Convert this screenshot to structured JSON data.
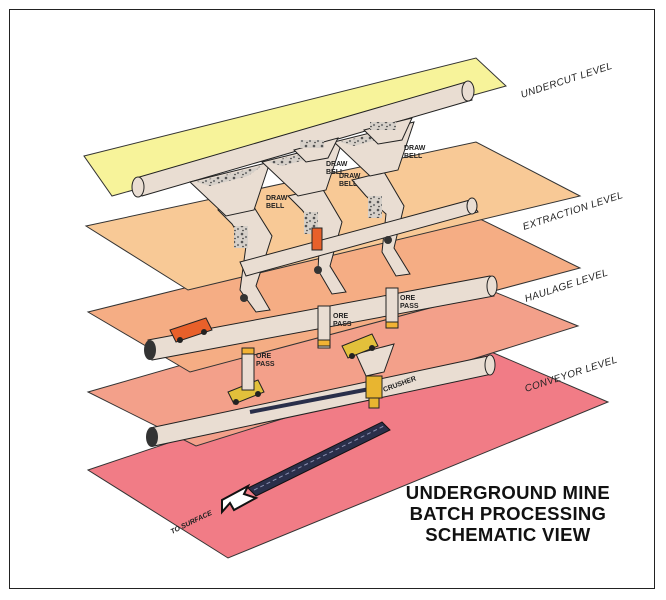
{
  "levels": {
    "undercut": "UNDERCUT LEVEL",
    "extraction": "EXTRACTION LEVEL",
    "haulage": "HAULAGE LEVEL",
    "conveyor": "CONVEYOR LEVEL"
  },
  "labels": {
    "draw_bell_1_a": "DRAW",
    "draw_bell_1_b": "BELL",
    "draw_bell_2_a": "DRAW",
    "draw_bell_2_b": "BELL",
    "draw_bell_3_a": "DRAW",
    "draw_bell_3_b": "BELL",
    "draw_bell_4_a": "DRAW",
    "draw_bell_4_b": "BELL",
    "ore_pass_1_a": "ORE",
    "ore_pass_1_b": "PASS",
    "ore_pass_2_a": "ORE",
    "ore_pass_2_b": "PASS",
    "ore_pass_3_a": "ORE",
    "ore_pass_3_b": "PASS",
    "crusher": "CRUSHER",
    "to_surface": "TO SURFACE"
  },
  "title": {
    "line1": "UNDERGROUND MINE",
    "line2": "BATCH PROCESSING",
    "line3": "SCHEMATIC VIEW"
  },
  "colors": {
    "undercut": "#f7f39a",
    "extraction": "#f8c996",
    "haulage": "#f5ad84",
    "conveyor_level": "#f3a08a",
    "surface_level": "#f17c86",
    "tunnel": "#e9ddd2",
    "ore_pass_band": "#f2b334",
    "loader": "#e8602a",
    "truck": "#e2c03b"
  }
}
